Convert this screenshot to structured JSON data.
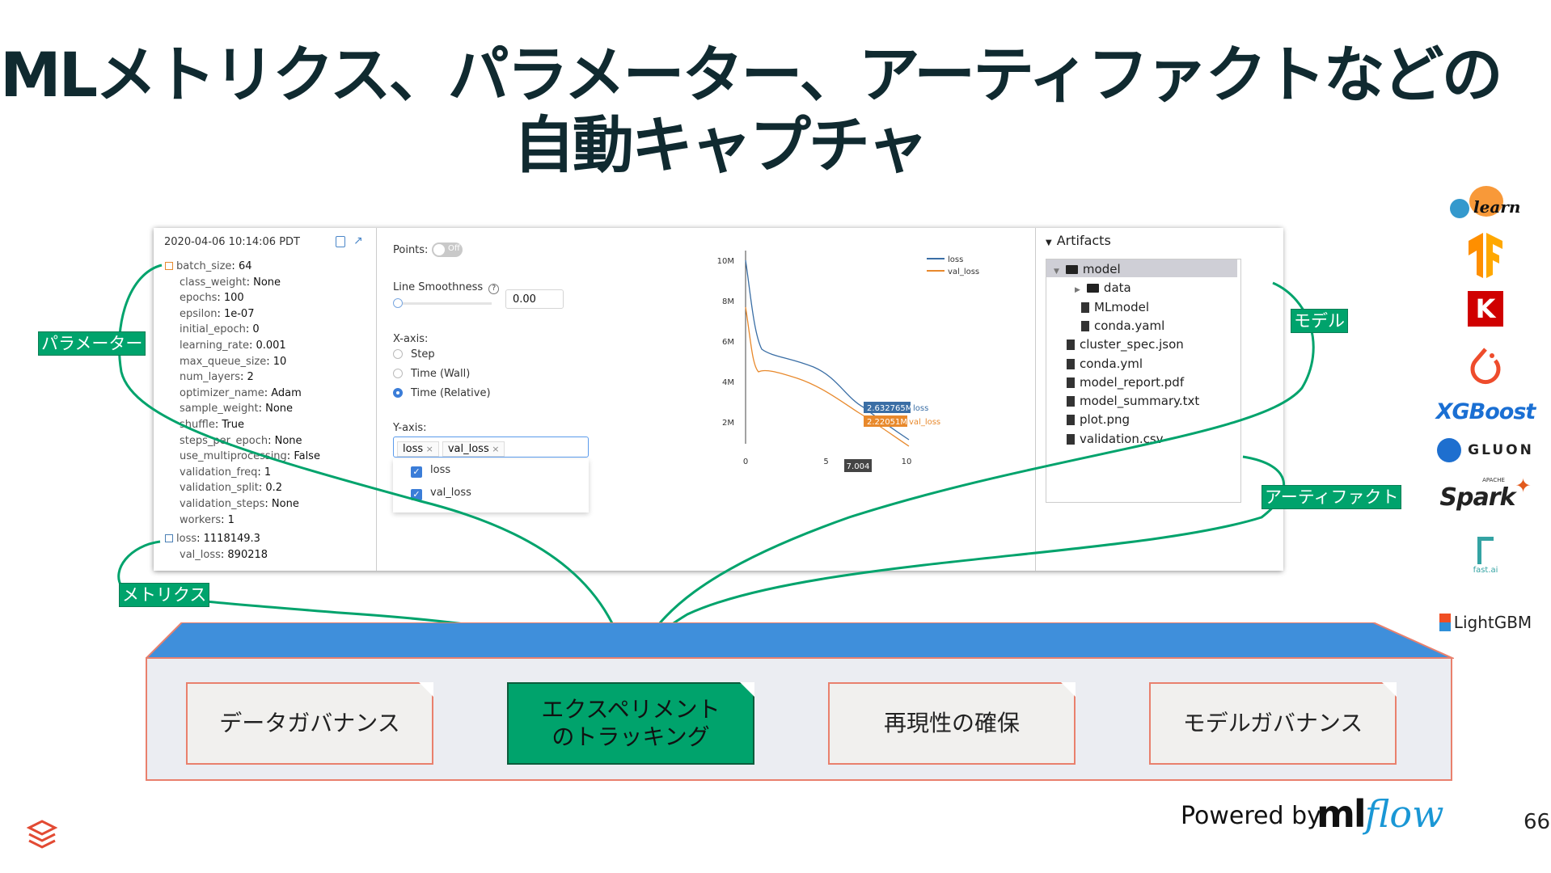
{
  "title": {
    "line1": "MLメトリクス、パラメーター、アーティファクトなどの",
    "line2": "自動キャプチャ"
  },
  "run": {
    "timestamp": "2020-04-06 10:14:06 PDT",
    "params": [
      {
        "key": "batch_size",
        "value": "64"
      },
      {
        "key": "class_weight",
        "value": "None"
      },
      {
        "key": "epochs",
        "value": "100"
      },
      {
        "key": "epsilon",
        "value": "1e-07"
      },
      {
        "key": "initial_epoch",
        "value": "0"
      },
      {
        "key": "learning_rate",
        "value": "0.001"
      },
      {
        "key": "max_queue_size",
        "value": "10"
      },
      {
        "key": "num_layers",
        "value": "2"
      },
      {
        "key": "optimizer_name",
        "value": "Adam"
      },
      {
        "key": "sample_weight",
        "value": "None"
      },
      {
        "key": "shuffle",
        "value": "True"
      },
      {
        "key": "steps_per_epoch",
        "value": "None"
      },
      {
        "key": "use_multiprocessing",
        "value": "False"
      },
      {
        "key": "validation_freq",
        "value": "1"
      },
      {
        "key": "validation_split",
        "value": "0.2"
      },
      {
        "key": "validation_steps",
        "value": "None"
      },
      {
        "key": "workers",
        "value": "1"
      }
    ],
    "metrics": [
      {
        "key": "loss",
        "value": "1118149.3"
      },
      {
        "key": "val_loss",
        "value": "890218"
      }
    ]
  },
  "settings": {
    "points_label": "Points:",
    "toggle_label": "Off",
    "smoothness_label": "Line Smoothness",
    "smoothness_value": "0.00",
    "xaxis_label": "X-axis:",
    "xaxis_options": [
      "Step",
      "Time (Wall)",
      "Time (Relative)"
    ],
    "xaxis_selected": "Time (Relative)",
    "yaxis_label": "Y-axis:",
    "yaxis_tags": [
      "loss",
      "val_loss"
    ],
    "yaxis_checks": [
      "loss",
      "val_loss"
    ]
  },
  "chart": {
    "yticks": [
      "10M",
      "8M",
      "6M",
      "4M",
      "2M"
    ],
    "xticks": [
      "0",
      "5",
      "10"
    ],
    "legend": [
      "loss",
      "val_loss"
    ],
    "tooltip_loss_value": "2.632765M",
    "tooltip_loss_name": "loss",
    "tooltip_val_value": "2.22051M",
    "tooltip_val_name": "val_loss",
    "x_marker": "7.004",
    "colors": {
      "loss": "#3a6ea5",
      "val_loss": "#e8892c"
    }
  },
  "artifacts": {
    "header": "Artifacts",
    "items": [
      {
        "name": "model",
        "type": "folder",
        "depth": 0,
        "expanded": true,
        "selected": true
      },
      {
        "name": "data",
        "type": "folder",
        "depth": 1,
        "expanded": false
      },
      {
        "name": "MLmodel",
        "type": "file",
        "depth": 1
      },
      {
        "name": "conda.yaml",
        "type": "file",
        "depth": 1
      },
      {
        "name": "cluster_spec.json",
        "type": "file",
        "depth": 0
      },
      {
        "name": "conda.yml",
        "type": "file",
        "depth": 0
      },
      {
        "name": "model_report.pdf",
        "type": "file",
        "depth": 0
      },
      {
        "name": "model_summary.txt",
        "type": "file",
        "depth": 0
      },
      {
        "name": "plot.png",
        "type": "file",
        "depth": 0
      },
      {
        "name": "validation.csv",
        "type": "file",
        "depth": 0
      }
    ]
  },
  "callouts": {
    "params": "パラメーター",
    "metrics": "メトリクス",
    "model": "モデル",
    "artifact": "アーティファクト"
  },
  "cards": [
    "データガバナンス",
    "エクスペリメントのトラッキング",
    "再現性の確保",
    "モデルガバナンス"
  ],
  "frameworks": {
    "sklearn": "learn",
    "keras": "K",
    "xgboost": "XGBoost",
    "gluon": "GLUON",
    "spark": "Spark",
    "spark_small": "APACHE",
    "fastai": "fast.ai",
    "lightgbm": "LightGBM"
  },
  "footer": {
    "powered_by": "Powered by",
    "mlflow_ml": "ml",
    "mlflow_flow": "flow",
    "page_number": "66"
  },
  "colors": {
    "accent_green": "#00a36c",
    "platform_blue": "#3f8fdb",
    "card_border": "#e9806d"
  }
}
